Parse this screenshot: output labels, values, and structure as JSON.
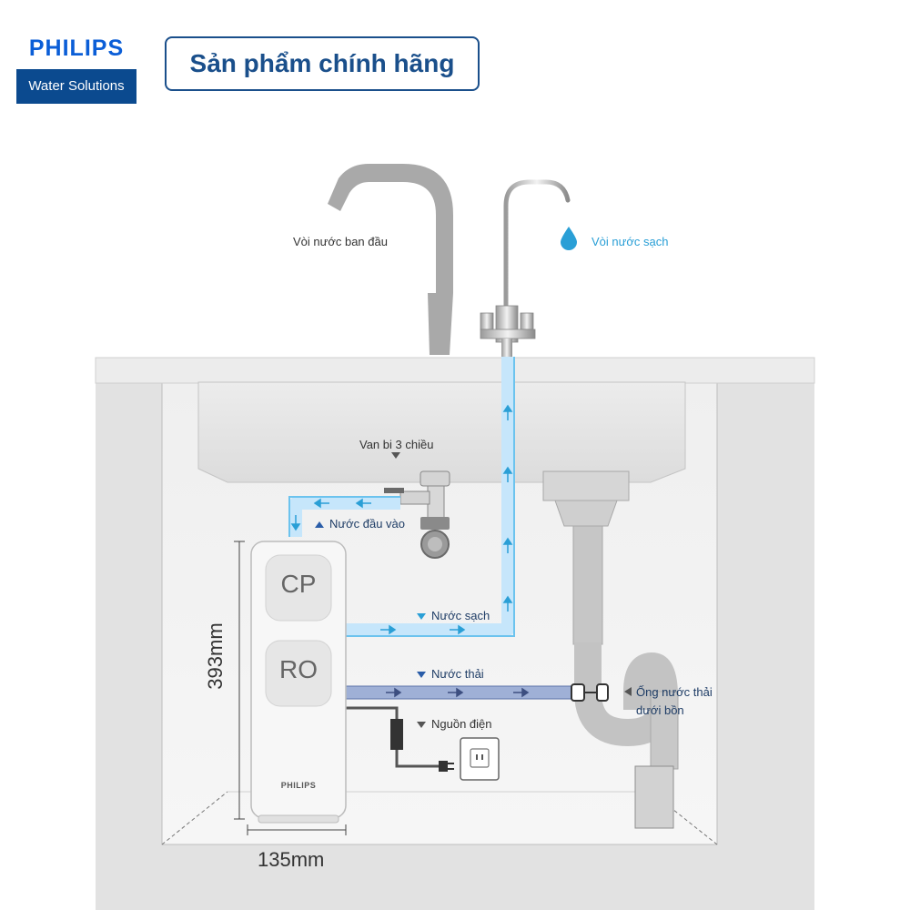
{
  "brand": {
    "name": "PHILIPS",
    "sub": "Water Solutions",
    "badge": "Sản phẩm chính hãng"
  },
  "labels": {
    "original_faucet": "Vòi nước ban đầu",
    "clean_faucet": "Vòi nước sạch",
    "valve": "Van bi 3 chiều",
    "inlet": "Nước đầu vào",
    "clean": "Nước sạch",
    "waste": "Nước thải",
    "power": "Nguồn điện",
    "drain_line1": "Ống nước thải",
    "drain_line2": "dưới bồn"
  },
  "purifier": {
    "filter1": "CP",
    "filter2": "RO",
    "brand_small": "PHILIPS"
  },
  "dimensions": {
    "height": "393mm",
    "width": "135mm"
  },
  "colors": {
    "clean_water": "#c6e6fb",
    "clean_water_line": "#6cc3ee",
    "waste_water": "#9fb0d6",
    "accent_blue": "#2a9fd6",
    "navy": "#1f3d66"
  }
}
